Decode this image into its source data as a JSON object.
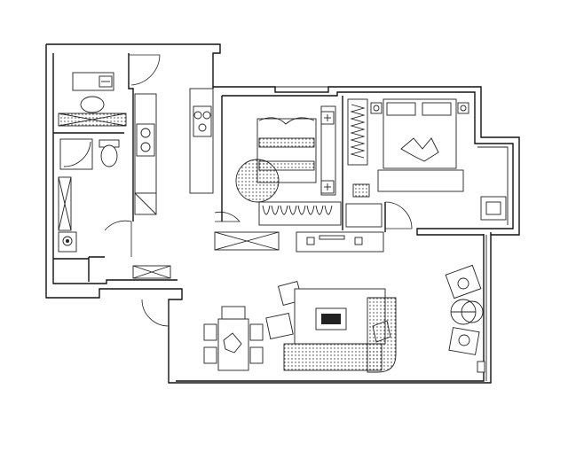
{
  "plan": {
    "rooms": [
      {
        "name": "bathroom"
      },
      {
        "name": "kitchen"
      },
      {
        "name": "master-bedroom"
      },
      {
        "name": "second-bedroom"
      },
      {
        "name": "bay-window"
      },
      {
        "name": "living-room"
      },
      {
        "name": "dining-area"
      },
      {
        "name": "balcony"
      }
    ],
    "colors": {
      "line": "#111111",
      "background": "#ffffff"
    }
  }
}
